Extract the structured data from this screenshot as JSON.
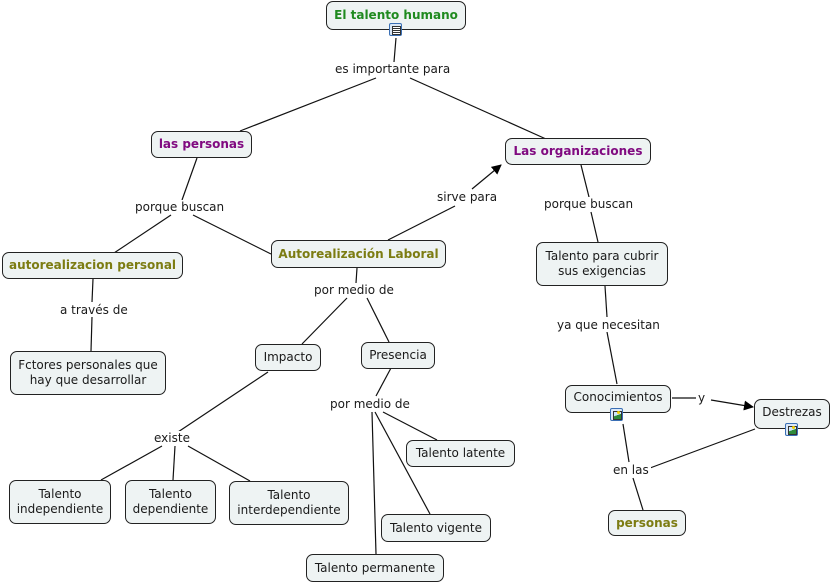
{
  "map": {
    "colors": {
      "root": "#1f8a1f",
      "primary": "#800a80",
      "secondary": "#7c7c12",
      "node_fill": "#eef3f3"
    },
    "nodes": {
      "root": "El talento humano",
      "personas": "las personas",
      "organizaciones": "Las organizaciones",
      "autorealizacion_personal": "autorealizacion personal",
      "autorealizacion_laboral": "Autorealización Laboral",
      "talento_exigencias_1": "Talento para cubrir",
      "talento_exigencias_2": "sus exigencias",
      "factores_1": "Fctores personales que",
      "factores_2": "hay que desarrollar",
      "impacto": "Impacto",
      "presencia": "Presencia",
      "conocimientos": "Conocimientos",
      "destrezas": "Destrezas",
      "talento_independiente_1": "Talento",
      "talento_independiente_2": "independiente",
      "talento_dependiente_1": "Talento",
      "talento_dependiente_2": "dependiente",
      "talento_interdependiente_1": "Talento",
      "talento_interdependiente_2": "interdependiente",
      "talento_latente": "Talento latente",
      "talento_vigente": "Talento vigente",
      "talento_permanente": "Talento permanente",
      "personas_2": "personas"
    },
    "linking_phrases": {
      "es_importante_para": "es importante para",
      "porque_buscan_1": "porque buscan",
      "porque_buscan_2": "porque buscan",
      "sirve_para": "sirve para",
      "a_traves_de": "a través de",
      "por_medio_de_1": "por medio de",
      "por_medio_de_2": "por medio de",
      "ya_que_necesitan": "ya que necesitan",
      "existe": "existe",
      "y": "y",
      "en_las": "en las"
    },
    "icons": {
      "root": "document-icon",
      "conocimientos": "image-icon",
      "destrezas": "image-icon"
    }
  }
}
